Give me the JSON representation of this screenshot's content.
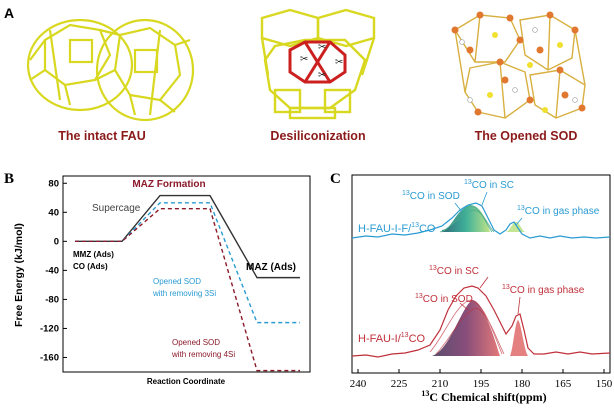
{
  "panel_a": {
    "letter": "A",
    "captions": [
      "The intact FAU",
      "Desiliconization",
      "The Opened SOD"
    ]
  },
  "panel_b": {
    "letter": "B",
    "ylabel": "Free Energy (kJ/mol)",
    "xlabel": "Reaction Coordinate",
    "title": "MAZ Formation",
    "labels": {
      "mmz": "MMZ (Ads)",
      "co": "CO (Ads)",
      "supercage": "Supercage",
      "maz": "MAZ  (Ads)",
      "sod3_l1": "Opened SOD",
      "sod3_l2": "with removing 3Si",
      "sod4_l1": "Opened SOD",
      "sod4_l2": "with removing 4Si"
    },
    "colors": {
      "supercage": "#333333",
      "sod3": "#2a9bd2",
      "sod4": "#8b1a2a",
      "title": "#8b1a2a"
    }
  },
  "panel_c": {
    "letter": "C",
    "xlabel_sup": "13",
    "xlabel_rest": "C Chemical shift(ppm)",
    "top": {
      "sample": "H-FAU-I-F/",
      "sup": "13",
      "tail": "CO",
      "color": "#2a9bd2"
    },
    "bottom": {
      "sample": "H-FAU-I/",
      "sup": "13",
      "tail": "CO",
      "color": "#c0303a"
    },
    "peak_labels": {
      "sc_top": "CO in SC",
      "sod_top": "CO in SOD",
      "gas_top": "CO in gas phase",
      "sc_bot": "CO in SC",
      "sod_bot": "CO in SOD",
      "gas_bot": "CO in gas phase",
      "sup": "13"
    }
  },
  "chart_data": [
    {
      "type": "line",
      "title": "MAZ Formation",
      "xlabel": "Reaction Coordinate",
      "ylabel": "Free Energy (kJ/mol)",
      "ylim": [
        -180,
        90
      ],
      "yticks": [
        80,
        40,
        0,
        -40,
        -80,
        -120,
        -160
      ],
      "series": [
        {
          "name": "Supercage",
          "points": [
            [
              0,
              0
            ],
            [
              1,
              0
            ],
            [
              2,
              63
            ],
            [
              3,
              63
            ],
            [
              4,
              -50
            ],
            [
              5,
              -50
            ]
          ]
        },
        {
          "name": "Opened SOD with removing 3Si",
          "points": [
            [
              0,
              0
            ],
            [
              1,
              0
            ],
            [
              2,
              53
            ],
            [
              3,
              53
            ],
            [
              4,
              -112
            ],
            [
              5,
              -112
            ]
          ]
        },
        {
          "name": "Opened SOD with removing 4Si",
          "points": [
            [
              0,
              0
            ],
            [
              1,
              0
            ],
            [
              2,
              45
            ],
            [
              3,
              45
            ],
            [
              4,
              -178
            ],
            [
              5,
              -178
            ]
          ]
        }
      ]
    },
    {
      "type": "line",
      "xlabel": "13C Chemical shift(ppm)",
      "xlim": [
        240,
        150
      ],
      "xticks": [
        240,
        225,
        210,
        195,
        180,
        165,
        150
      ],
      "series": [
        {
          "name": "H-FAU-I-F/13CO"
        },
        {
          "name": "H-FAU-I/13CO"
        }
      ]
    }
  ]
}
